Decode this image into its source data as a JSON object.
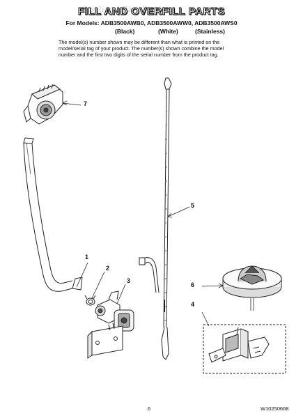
{
  "header": {
    "watermark": "AppliancePartsPros",
    "title": "FILL AND OVERFILL PARTS",
    "models_line": "For Models: ADB3500AWB0, ADB3500AWW0, ADB3500AWS0",
    "colors": [
      "(Black)",
      "(White)",
      "(Stainless)"
    ]
  },
  "notice": {
    "line1": "The model(s) number shown may be different than what is printed on the",
    "line2": "model/serial tag of your product. The number(s) shown combine the model",
    "line3": "number and the first two digits of the serial number from the product tag."
  },
  "callouts": {
    "c1": "1",
    "c2": "2",
    "c3": "3",
    "c4": "4",
    "c5": "5",
    "c6": "6",
    "c7": "7"
  },
  "footer": {
    "page_number": "6",
    "doc_code": "W10250668"
  }
}
